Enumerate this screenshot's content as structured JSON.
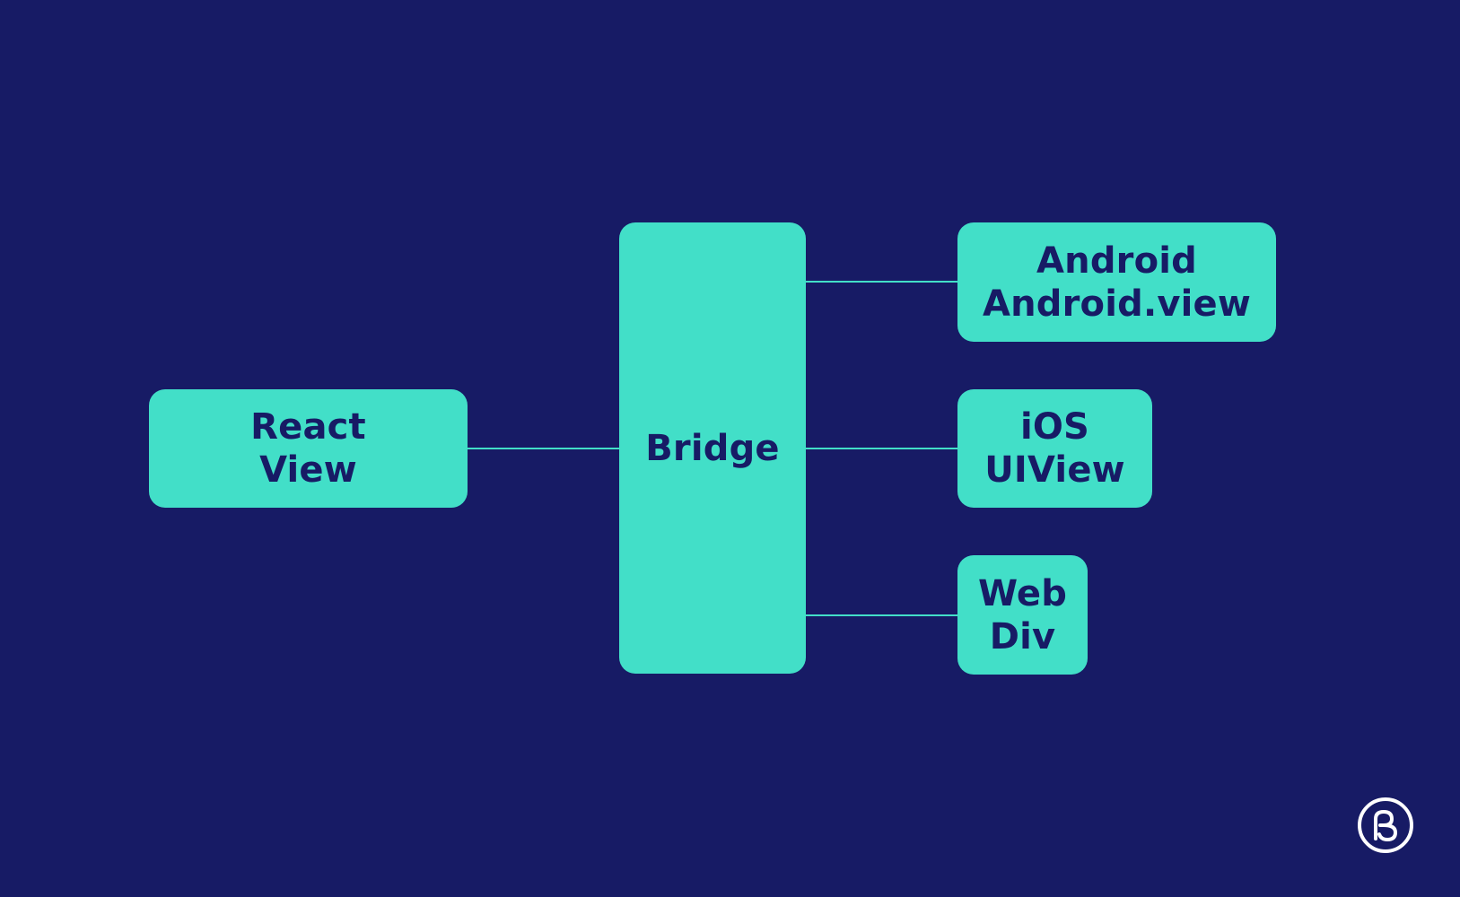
{
  "diagram": {
    "nodes": {
      "react": {
        "lines": [
          "React",
          "View"
        ]
      },
      "bridge": {
        "lines": [
          "Bridge"
        ]
      },
      "android": {
        "lines": [
          "Android",
          "Android.view"
        ]
      },
      "ios": {
        "lines": [
          "iOS",
          "UIView"
        ]
      },
      "web": {
        "lines": [
          "Web",
          "Div"
        ]
      }
    },
    "edges": [
      {
        "from": "react",
        "to": "bridge"
      },
      {
        "from": "bridge",
        "to": "android"
      },
      {
        "from": "bridge",
        "to": "ios"
      },
      {
        "from": "bridge",
        "to": "web"
      }
    ]
  },
  "colors": {
    "background": "#171b65",
    "node_fill": "#42dfc8",
    "node_text": "#171b65",
    "logo": "#ffffff"
  },
  "icons": {
    "brand_logo": "brand-logo-icon"
  }
}
